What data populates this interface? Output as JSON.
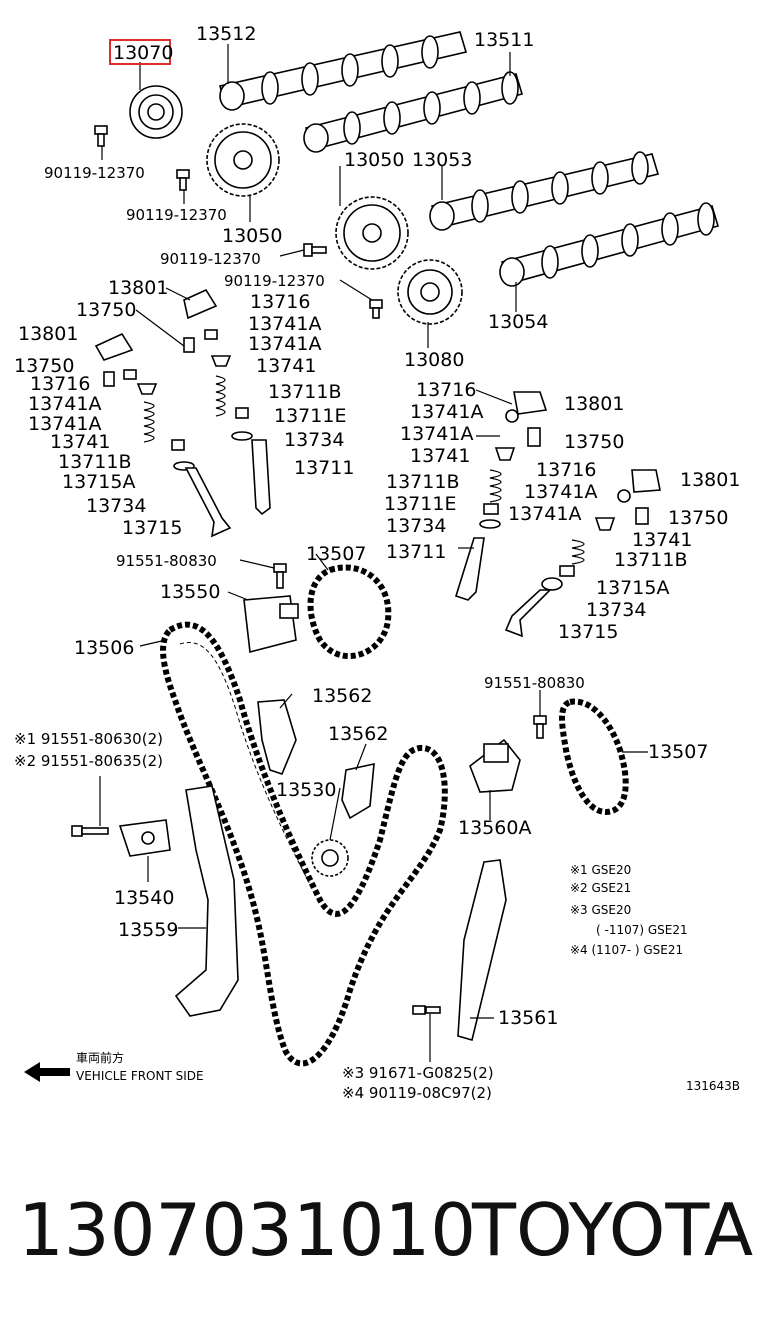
{
  "highlight_color": "#d9302f",
  "parts": [
    "13070",
    "13512",
    "13511",
    "90119-12370",
    "90119-12370",
    "13050",
    "13050",
    "13053",
    "90119-12370",
    "90119-12370",
    "13054",
    "13080",
    "13801",
    "13750",
    "13716",
    "13741A",
    "13741A",
    "13741",
    "13801",
    "13750",
    "13716",
    "13741A",
    "13741A",
    "13741",
    "13711B",
    "13711E",
    "13734",
    "13711",
    "13711B",
    "13715A",
    "13734",
    "13715",
    "13716",
    "13801",
    "13741A",
    "13750",
    "13741A",
    "13741",
    "13711B",
    "13711E",
    "13734",
    "13711",
    "13716",
    "13801",
    "13741A",
    "13741A",
    "13750",
    "13741",
    "13711B",
    "13715A",
    "13734",
    "13715",
    "91551-80830",
    "13507",
    "13550",
    "13506",
    "13562",
    "13562",
    "13530",
    "91551-80830",
    "13507",
    "13560A",
    "13540",
    "13559",
    "13561"
  ],
  "bolts_left": [
    "※1 91551-80630(2)",
    "※2 91551-80635(2)"
  ],
  "bolts_bottom": [
    "※3 91671-G0825(2)",
    "※4 90119-08C97(2)"
  ],
  "notes": [
    "※1  GSE20",
    "※2  GSE21",
    "※3  GSE20",
    "(     -1107) GSE21",
    "※4 (1107-     ) GSE21"
  ],
  "front_jp": "車両前方",
  "front_en": "VEHICLE FRONT SIDE",
  "diagram_code": "131643B",
  "part_number": "1307031010",
  "brand": "TOYOTA"
}
